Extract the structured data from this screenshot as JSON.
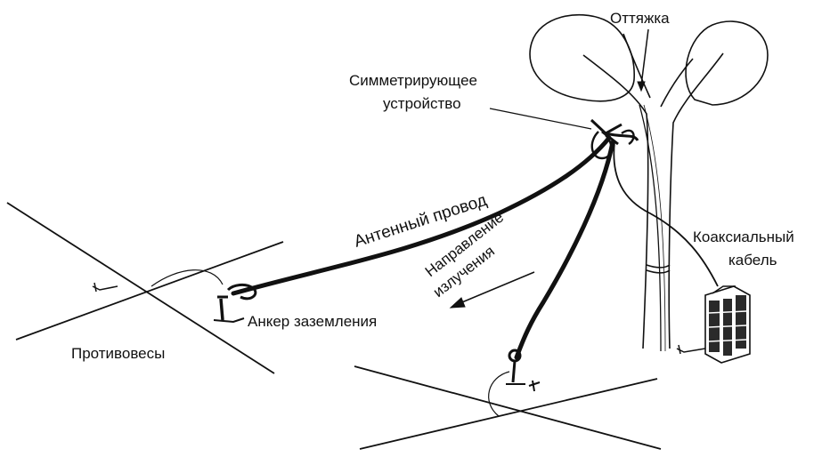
{
  "labels": {
    "guy_line": "Оттяжка",
    "balun_line1": "Симметрирующее",
    "balun_line2": "устройство",
    "antenna_wire": "Антенный провод",
    "direction_line1": "Направление",
    "direction_line2": "излучения",
    "coax_line1": "Коаксиальный",
    "coax_line2": "кабель",
    "ground_anchor": "Анкер заземления",
    "counterpoises": "Противовесы"
  },
  "colors": {
    "line": "#111111",
    "background": "#ffffff",
    "radio_body": "#2a2a2a"
  }
}
